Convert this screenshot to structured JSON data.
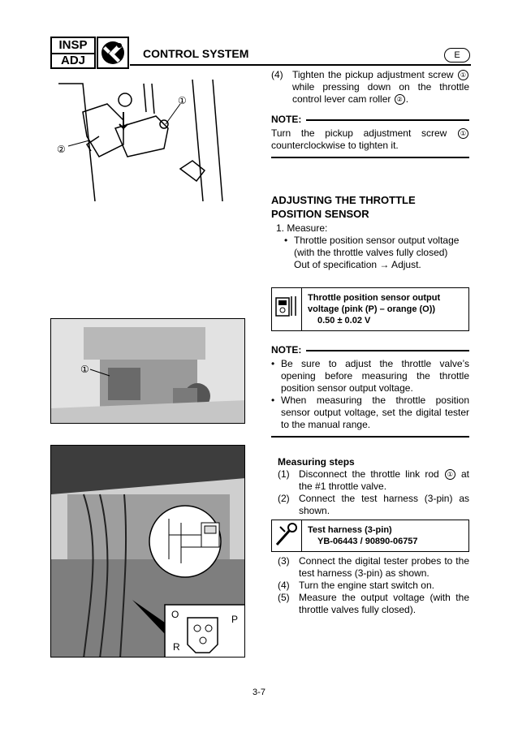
{
  "header": {
    "code_top": "INSP",
    "code_bottom": "ADJ",
    "section_title": "CONTROL SYSTEM",
    "lang_badge": "E",
    "icon": "wrench-screwdriver-icon"
  },
  "step4": {
    "num": "(4)",
    "text_a": "Tighten the pickup adjustment screw",
    "callout1": "①",
    "text_b": "while pressing down on the throttle control lever cam roller",
    "callout2": "②",
    "text_c": "."
  },
  "note1": {
    "label": "NOTE:",
    "text_a": "Turn the pickup adjustment screw",
    "callout1": "①",
    "text_b": "counterclockwise to tighten it."
  },
  "tps_section": {
    "title_line1": "ADJUSTING THE THROTTLE",
    "title_line2": "POSITION SENSOR",
    "measure": "1. Measure:",
    "bullet": "•",
    "bullet_text": "Throttle position sensor output voltage",
    "condition": "(with the throttle valves fully closed)",
    "out_of_spec": "Out of specification → Adjust."
  },
  "spec": {
    "line1": "Throttle position sensor output",
    "line2": "voltage (pink (P) – orange (O))",
    "value": "0.50 ± 0.02 V",
    "icon": "multimeter-icon"
  },
  "note2": {
    "label": "NOTE:",
    "b1": "Be sure to adjust the throttle valve’s opening before measuring the throttle position sensor output voltage.",
    "b2": "When measuring the throttle position sensor output voltage, set the digital tester to the manual range."
  },
  "measuring": {
    "heading": "Measuring steps",
    "s1_num": "(1)",
    "s1_a": "Disconnect the throttle link rod",
    "s1_callout": "①",
    "s1_b": "at the #1 throttle valve.",
    "s2_num": "(2)",
    "s2_text": "Connect the test harness (3-pin) as shown.",
    "s3_num": "(3)",
    "s3_text": "Connect the digital tester probes to the test harness (3-pin) as shown.",
    "s4_num": "(4)",
    "s4_text": "Turn the engine start switch on.",
    "s5_num": "(5)",
    "s5_text": "Measure the output voltage (with the throttle valves fully closed)."
  },
  "tool": {
    "name": "Test harness (3-pin)",
    "part": "YB-06443 / 90890-06757",
    "icon": "tool-icon"
  },
  "figures": {
    "fig1_callout1": "①",
    "fig1_callout2": "②",
    "fig2_callout1": "①",
    "fig3_label_o": "O",
    "fig3_label_p": "P",
    "fig3_label_r": "R"
  },
  "footer": {
    "page": "3-7"
  }
}
